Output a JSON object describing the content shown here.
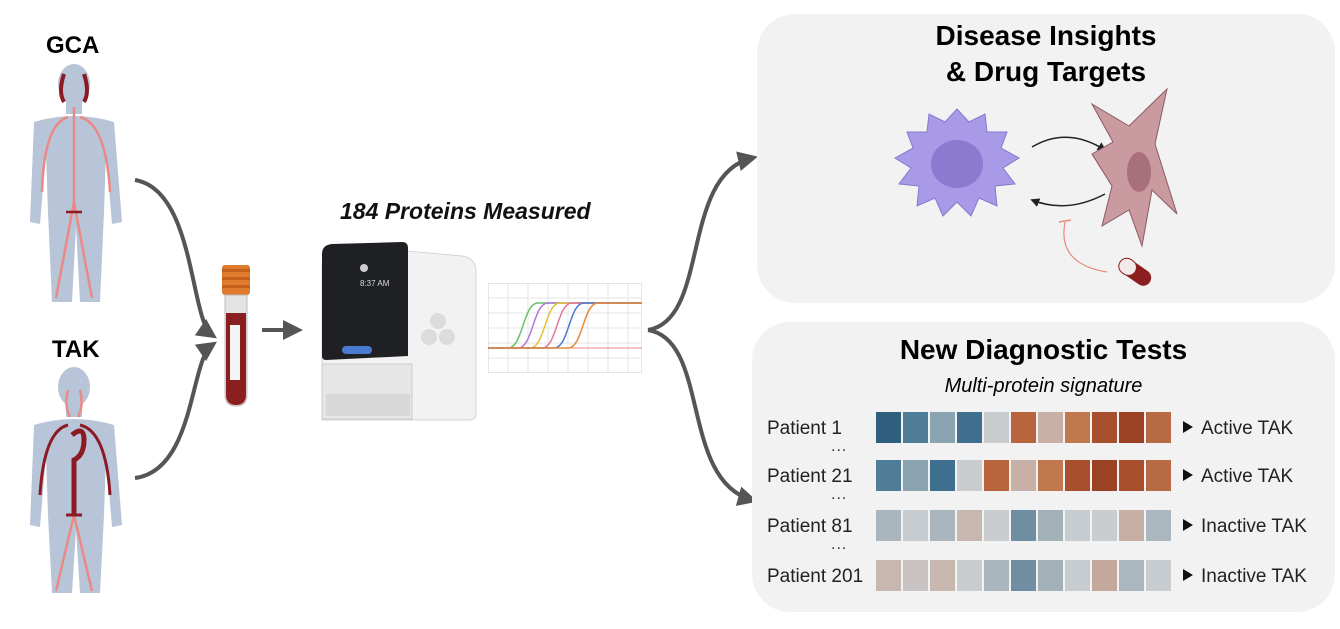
{
  "left": {
    "gca_label": "GCA",
    "tak_label": "TAK"
  },
  "middle": {
    "instrument_title": "184 Proteins Measured",
    "instrument_screen_time": "8:37 AM"
  },
  "insights_panel": {
    "title_line1": "Disease Insights",
    "title_line2": "& Drug Targets"
  },
  "diagnostics_panel": {
    "title": "New Diagnostic Tests",
    "subtitle": "Multi-protein signature",
    "ellipsis": "...",
    "rows": [
      {
        "patient": "Patient 1",
        "result": "Active TAK",
        "cells": [
          "#2f5f7e",
          "#4f7c97",
          "#8aa3b0",
          "#3f6f8e",
          "#c9cdd0",
          "#b8653e",
          "#c9b0a6",
          "#c2784f",
          "#a8502d",
          "#9b4224",
          "#b86a45"
        ]
      },
      {
        "patient": "Patient 21",
        "result": "Active TAK",
        "cells": [
          "#4f7c97",
          "#8aa3b0",
          "#3f6f8e",
          "#c9cdd0",
          "#b8653e",
          "#c9b0a6",
          "#c2784f",
          "#a8502d",
          "#9b4224",
          "#a8502d",
          "#b86a45"
        ]
      },
      {
        "patient": "Patient 81",
        "result": "Inactive TAK",
        "cells": [
          "#a9b6bd",
          "#c7ccd0",
          "#a9b6bd",
          "#c7b7ae",
          "#c9cdd0",
          "#6f8ea2",
          "#a2b0b8",
          "#c7ccd0",
          "#c9cdd0",
          "#c7b0a3",
          "#aab7be"
        ]
      },
      {
        "patient": "Patient 201",
        "result": "Inactive TAK",
        "cells": [
          "#c7b7ae",
          "#c9c4c3",
          "#c7b7ae",
          "#c9cdd0",
          "#a9b6bd",
          "#6f8ea2",
          "#a2b0b8",
          "#c7ccd0",
          "#c4a89b",
          "#aab7be",
          "#c7ccd0"
        ]
      }
    ]
  },
  "colors": {
    "body_silhouette": "#b8c4d8",
    "artery_light": "#e98a84",
    "artery_dark": "#8b1a22",
    "arrow": "#555555",
    "tube_cap": "#e07a2c",
    "tube_blood": "#8b1e1e",
    "macrophage": "#a89ae6",
    "fibroblast": "#c99aa0",
    "panel_bg": "#f2f2f2"
  },
  "icons": [
    "human-body-gca-icon",
    "human-body-tak-icon",
    "blood-tube-icon",
    "protein-analyzer-icon",
    "amplification-curve-icon",
    "macrophage-cell-icon",
    "fibroblast-cell-icon",
    "drug-capsule-icon"
  ]
}
